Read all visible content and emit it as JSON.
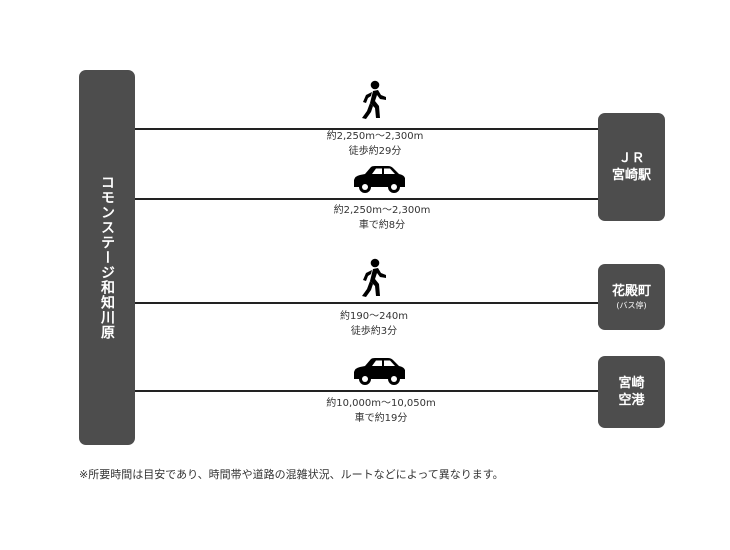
{
  "origin": {
    "label": "コモンステージ和知川原"
  },
  "destinations": {
    "jr": {
      "line1": "ＪＲ",
      "line2": "宮崎駅"
    },
    "hanadono": {
      "line1": "花殿町",
      "sub": "(バス停)"
    },
    "airport": {
      "line1": "宮崎",
      "line2": "空港"
    }
  },
  "routes": {
    "walk_jr": {
      "distance": "約2,250m～2,300m",
      "time": "徒歩約29分"
    },
    "car_jr": {
      "distance": "約2,250m～2,300m",
      "time": "車で約8分"
    },
    "walk_bus": {
      "distance": "約190～240m",
      "time": "徒歩約3分"
    },
    "car_airport": {
      "distance": "約10,000m～10,050m",
      "time": "車で約19分"
    }
  },
  "icons": {
    "walk": "walking-person-icon",
    "car": "car-icon"
  },
  "colors": {
    "box": "#4d4d4d",
    "line": "#222222",
    "text": "#333333",
    "icon": "#000000"
  },
  "note": "※所要時間は目安であり、時間帯や道路の混雑状況、ルートなどによって異なります。"
}
